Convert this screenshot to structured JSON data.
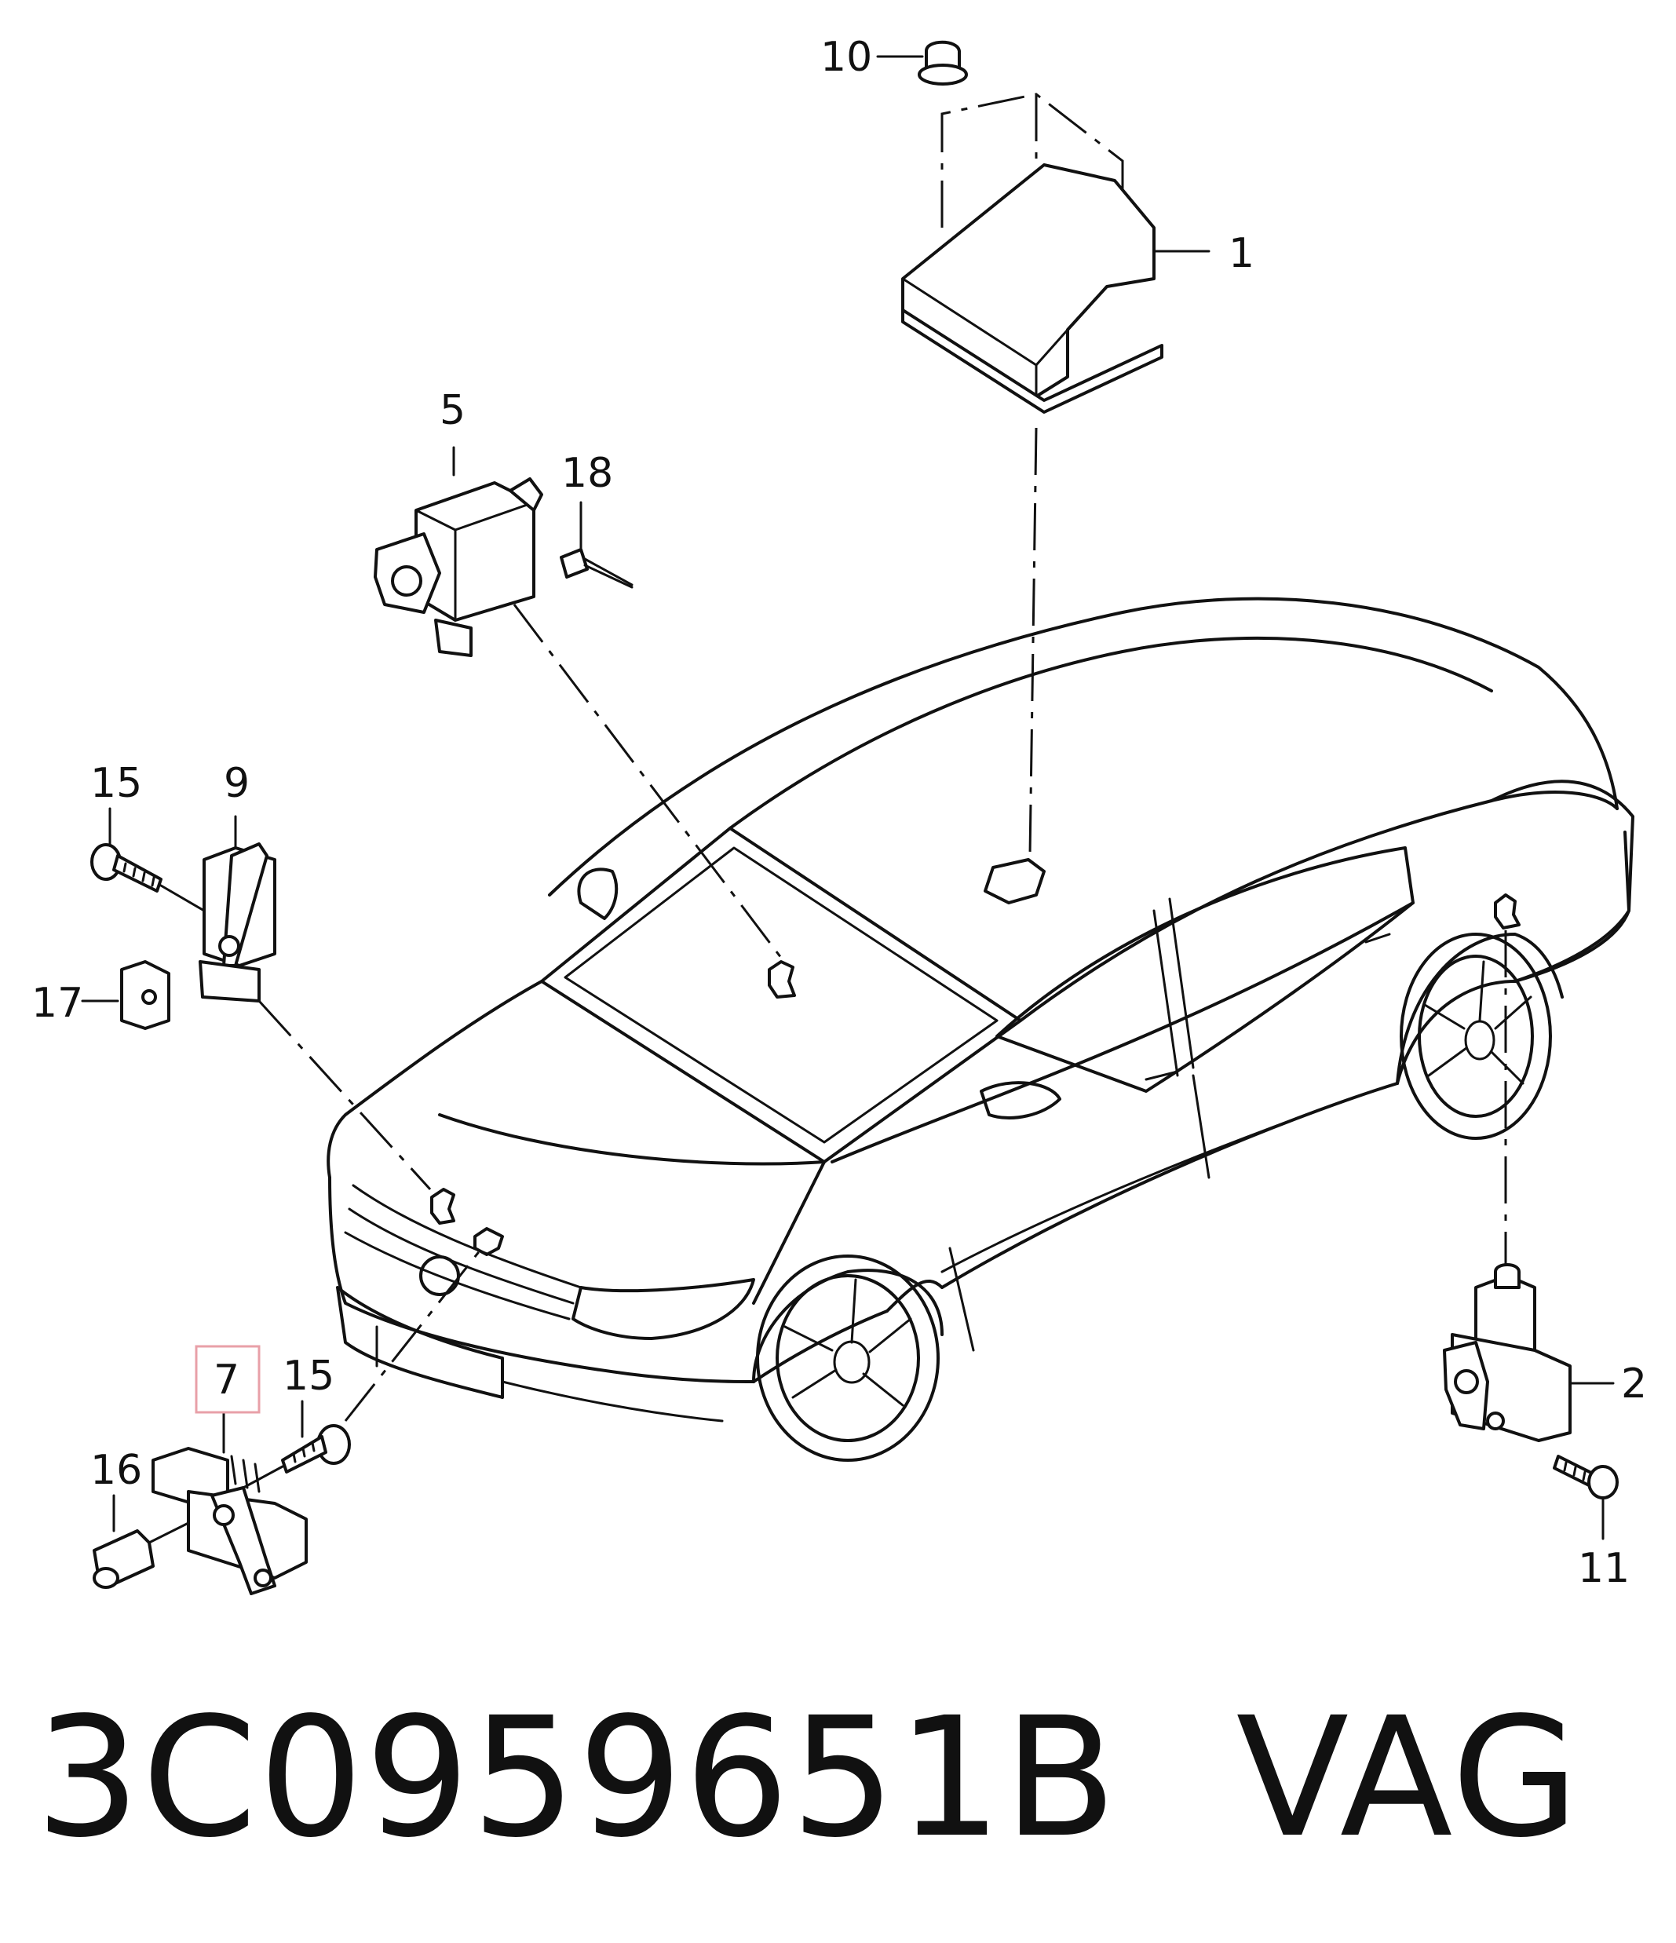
{
  "callouts": {
    "c1": "1",
    "c2": "2",
    "c5": "5",
    "c7": "7",
    "c9": "9",
    "c10": "10",
    "c11": "11",
    "c15a": "15",
    "c15b": "15",
    "c16": "16",
    "c17": "17",
    "c18": "18"
  },
  "highlight_color": "#e8a0a8",
  "part_number": "3C0959651B",
  "brand": "VAG"
}
